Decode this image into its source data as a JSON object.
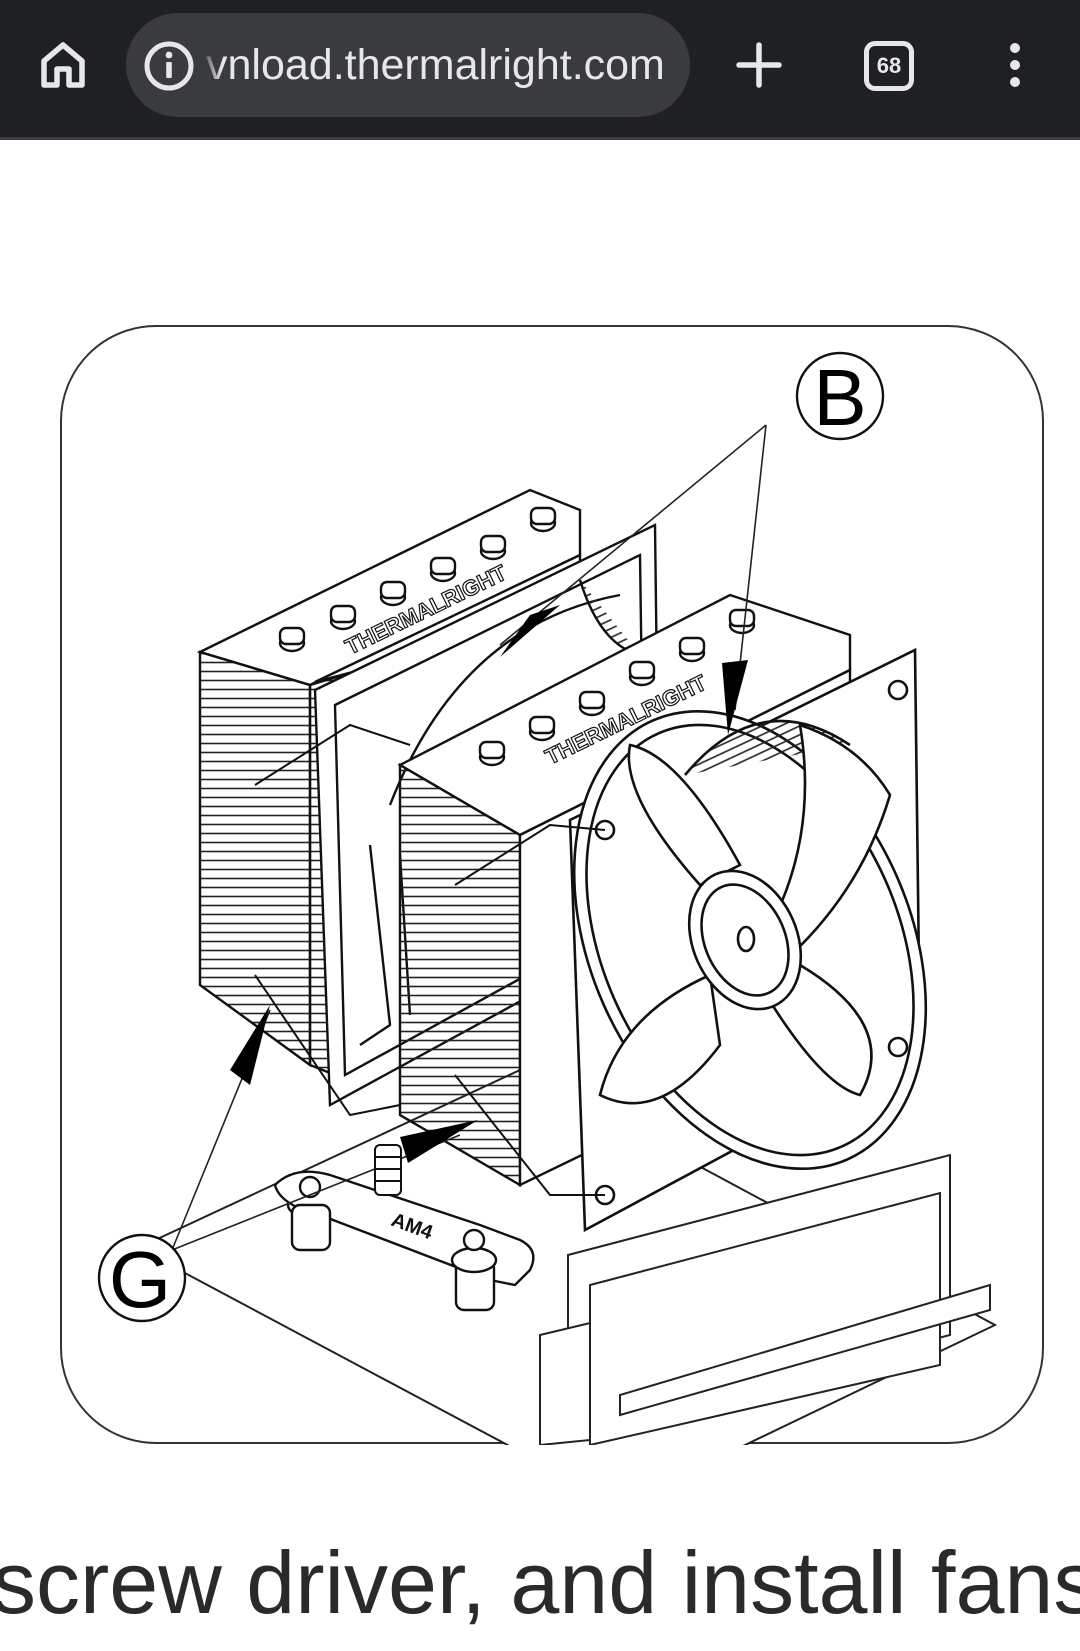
{
  "browser": {
    "url": "vnload.thermalright.com",
    "tab_count": "68",
    "icons": {
      "home": "home-icon",
      "info": "info-icon",
      "new_tab": "plus-icon",
      "tabs": "tab-switcher-icon",
      "menu": "more-vert-icon"
    }
  },
  "figure": {
    "label_b": "B",
    "label_g": "G",
    "brand_text": "THERMALRIGHT",
    "socket_text": "AM4"
  },
  "page": {
    "caption": "screw driver, and install fans"
  }
}
